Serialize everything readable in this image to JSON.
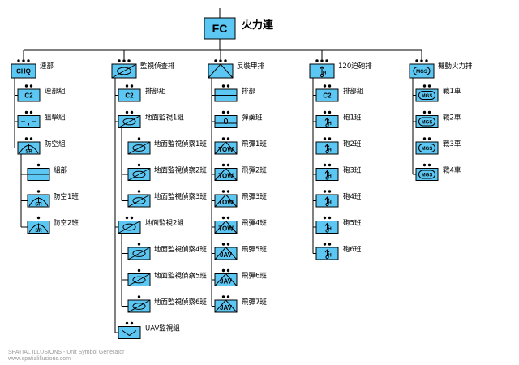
{
  "top": {
    "label": "火力連",
    "inner": "FC"
  },
  "branches": [
    {
      "label": "連部",
      "inner": "CHQ",
      "children": [
        {
          "label": "連部組",
          "inner": "C2"
        },
        {
          "label": "狙擊組",
          "icon": "sniper-icon"
        },
        {
          "label": "防空組",
          "icon": "air-defense-icon",
          "inner": "SR",
          "children": [
            {
              "label": "組部",
              "icon": "hq-line-icon"
            },
            {
              "label": "防空1班",
              "icon": "air-defense-icon",
              "inner": "SR"
            },
            {
              "label": "防空2班",
              "icon": "air-defense-icon",
              "inner": "SR"
            }
          ]
        }
      ]
    },
    {
      "label": "監視偵查排",
      "icon": "surveillance-icon",
      "children": [
        {
          "label": "排部組",
          "inner": "C2"
        },
        {
          "label": "地面監視1組",
          "icon": "surveillance-icon",
          "children": [
            {
              "label": "地面監視偵察1班",
              "icon": "surveillance-icon"
            },
            {
              "label": "地面監視偵察2班",
              "icon": "surveillance-icon"
            },
            {
              "label": "地面監視偵察3班",
              "icon": "surveillance-icon"
            }
          ]
        },
        {
          "label": "地面監視2組",
          "icon": "surveillance-icon",
          "children": [
            {
              "label": "地面監視偵察4班",
              "icon": "surveillance-icon"
            },
            {
              "label": "地面監視偵察5班",
              "icon": "surveillance-icon"
            },
            {
              "label": "地面監視偵察6班",
              "icon": "surveillance-icon"
            }
          ]
        },
        {
          "label": "UAV監視組",
          "icon": "uav-icon"
        }
      ]
    },
    {
      "label": "反裝甲排",
      "icon": "antiarmor-icon",
      "children": [
        {
          "label": "排部",
          "icon": "hq-line-icon"
        },
        {
          "label": "彈藥班",
          "icon": "ammunition-icon"
        },
        {
          "label": "飛彈1班",
          "icon": "antiarmor-icon",
          "inner": "TOW"
        },
        {
          "label": "飛彈2班",
          "icon": "antiarmor-icon",
          "inner": "TOW"
        },
        {
          "label": "飛彈3班",
          "icon": "antiarmor-icon",
          "inner": "TOW"
        },
        {
          "label": "飛彈4班",
          "icon": "antiarmor-icon",
          "inner": "TOW"
        },
        {
          "label": "飛彈5班",
          "icon": "antiarmor-icon",
          "inner": "JAV"
        },
        {
          "label": "飛彈6班",
          "icon": "antiarmor-icon",
          "inner": "JAV"
        },
        {
          "label": "飛彈7班",
          "icon": "antiarmor-icon",
          "inner": "JAV"
        }
      ]
    },
    {
      "label": "120迫砲排",
      "icon": "mortar-icon",
      "inner": "H",
      "children": [
        {
          "label": "排部組",
          "inner": "C2"
        },
        {
          "label": "砲1班",
          "icon": "mortar-icon",
          "inner": "H"
        },
        {
          "label": "砲2班",
          "icon": "mortar-icon",
          "inner": "H"
        },
        {
          "label": "砲3班",
          "icon": "mortar-icon",
          "inner": "H"
        },
        {
          "label": "砲4班",
          "icon": "mortar-icon",
          "inner": "H"
        },
        {
          "label": "砲5班",
          "icon": "mortar-icon",
          "inner": "H"
        },
        {
          "label": "砲6班",
          "icon": "mortar-icon",
          "inner": "H"
        }
      ]
    },
    {
      "label": "機動火力排",
      "icon": "mgs-icon",
      "inner": "MGS",
      "children": [
        {
          "label": "戰1車",
          "icon": "mgs-icon",
          "inner": "MGS"
        },
        {
          "label": "戰2車",
          "icon": "mgs-icon",
          "inner": "MGS"
        },
        {
          "label": "戰3車",
          "icon": "mgs-icon",
          "inner": "MGS"
        },
        {
          "label": "戰4車",
          "icon": "mgs-icon",
          "inner": "MGS"
        }
      ]
    }
  ],
  "footer": {
    "line1": "SPATIAL ILLUSIONS - Unit Symbol Generator",
    "line2": "www.spatialillusions.com"
  },
  "colors": {
    "symbol_fill": "#5cc7f2",
    "line": "#000000",
    "footer_text": "#9a9a9a"
  }
}
